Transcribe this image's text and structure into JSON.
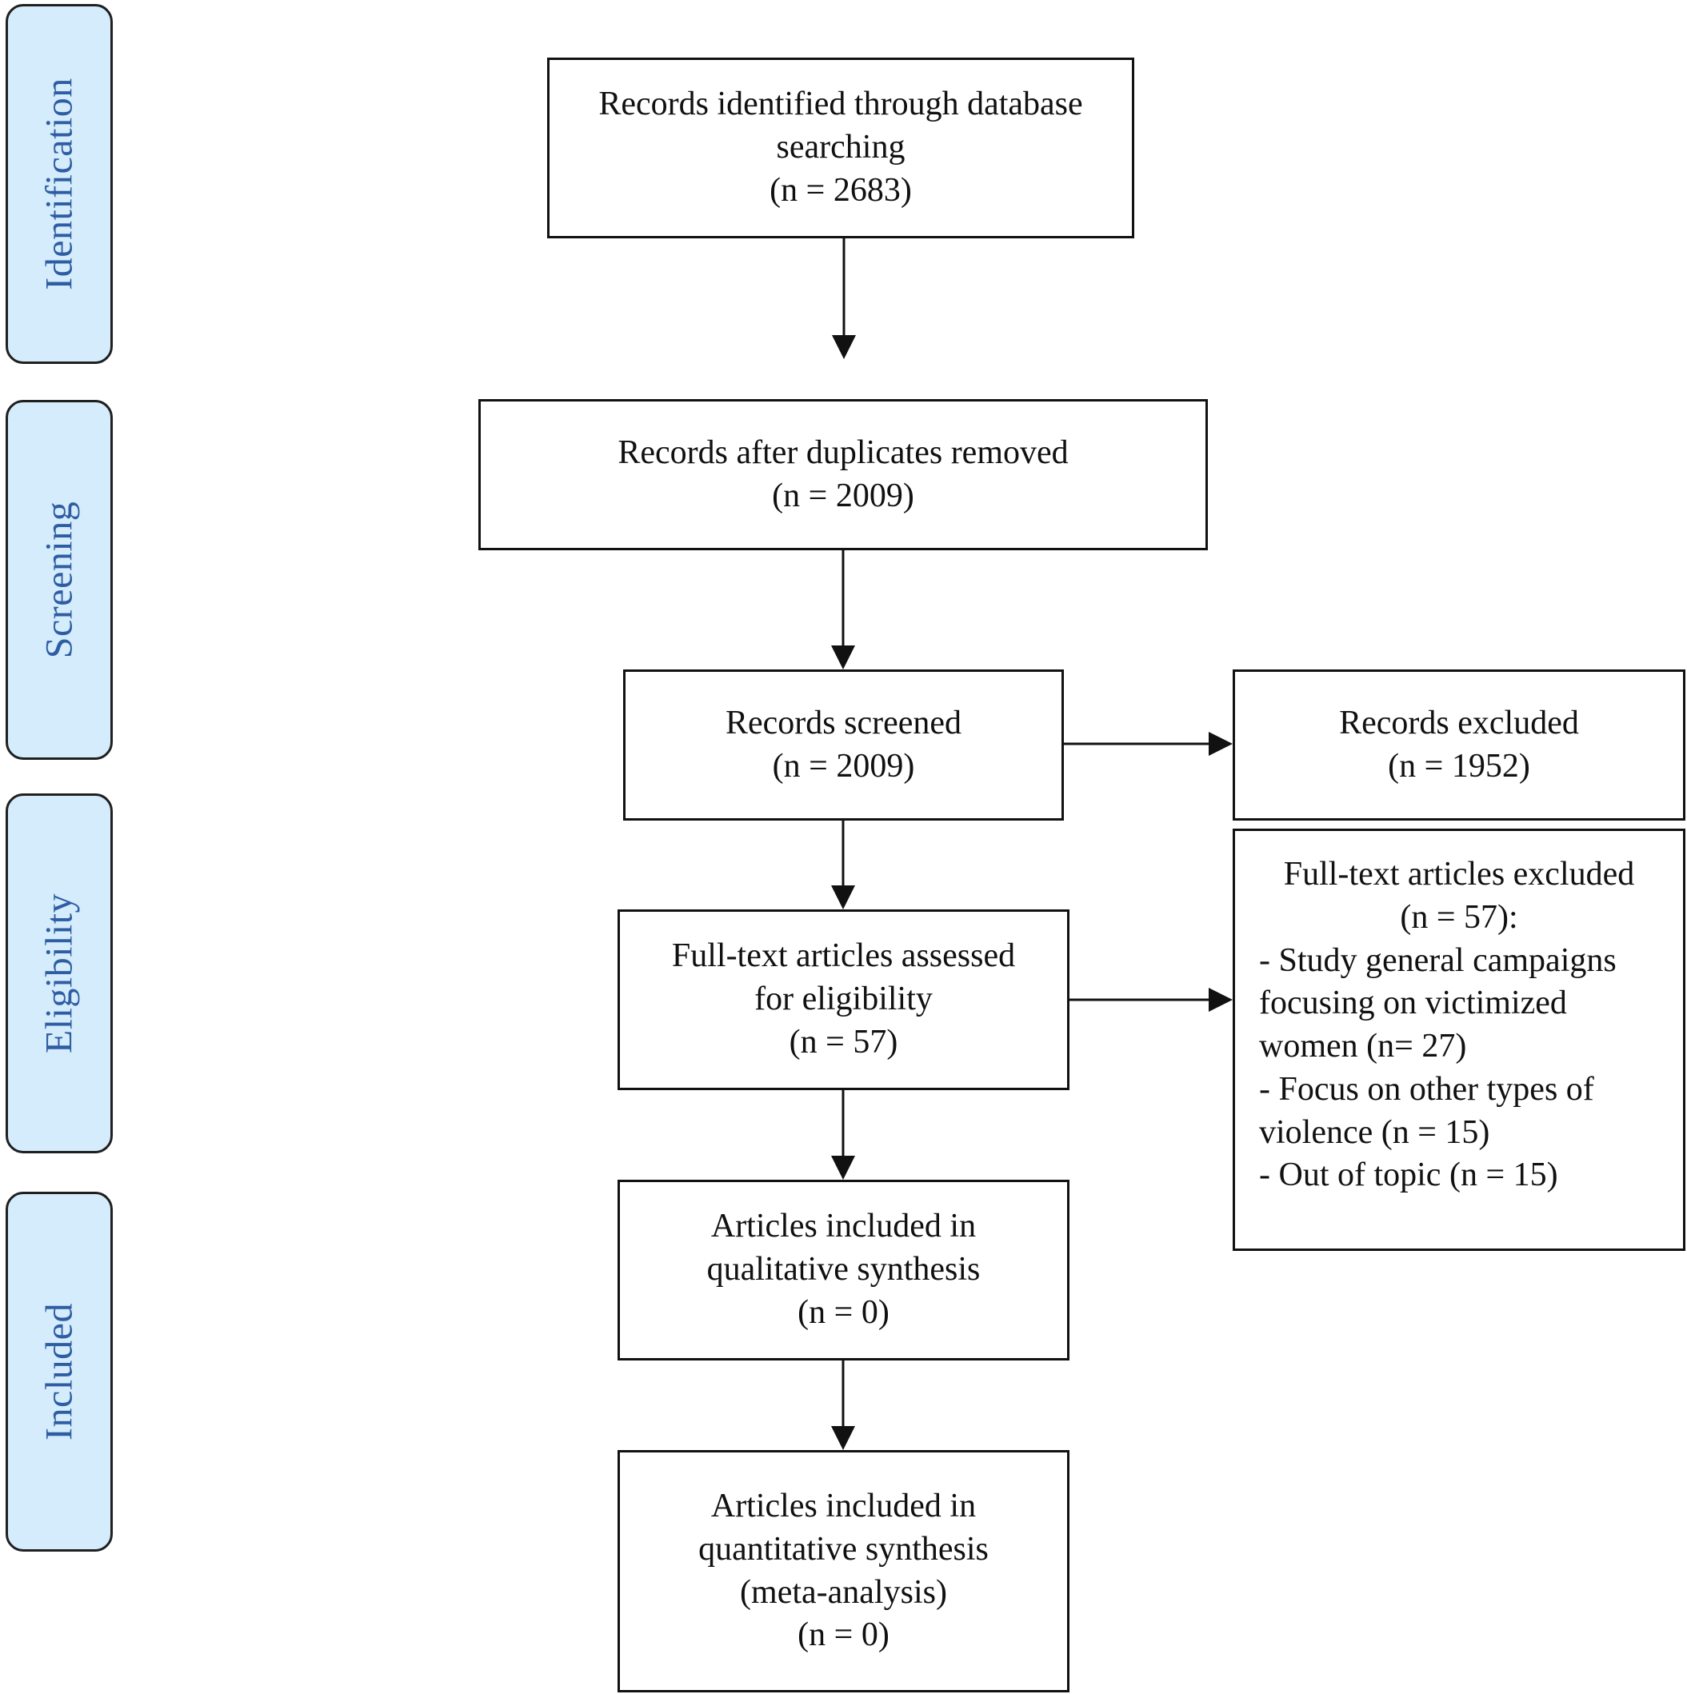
{
  "stages": {
    "identification": "Identification",
    "screening": "Screening",
    "eligibility": "Eligibility",
    "included": "Included"
  },
  "boxes": {
    "identified": "Records identified through database\nsearching\n(n = 2683)",
    "duplicates": "Records after duplicates removed\n(n = 2009)",
    "screened": "Records screened\n(n = 2009)",
    "excluded": "Records excluded\n(n = 1952)",
    "fulltext": "Full-text articles assessed\nfor eligibility\n(n = 57)",
    "fulltext_excluded": {
      "heading": "Full-text articles excluded\n(n = 57):",
      "reasons": [
        "- Study general campaigns\nfocusing on victimized\nwomen (n= 27)",
        "- Focus on other types of\nviolence (n = 15)",
        "- Out of topic (n = 15)"
      ]
    },
    "qualitative": "Articles included in\nqualitative synthesis\n(n = 0)",
    "quantitative": "Articles included in\nquantitative synthesis\n(meta-analysis)\n(n = 0)"
  },
  "colors": {
    "stage_fill": "#d4ecfb",
    "stage_text": "#2f5da3",
    "border": "#111111"
  }
}
